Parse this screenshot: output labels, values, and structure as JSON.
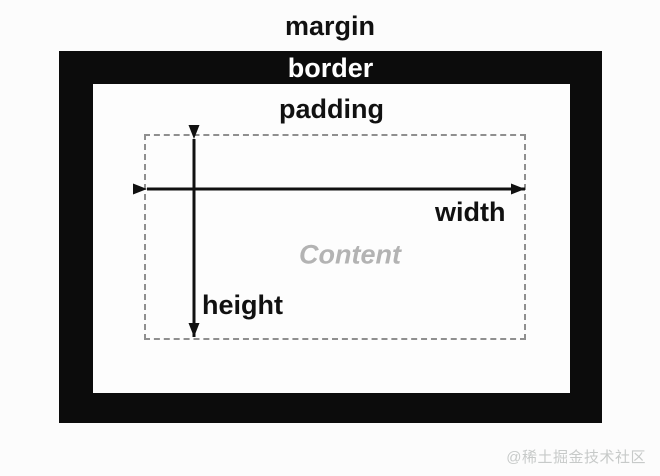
{
  "box_model": {
    "margin_label": "margin",
    "border_label": "border",
    "padding_label": "padding",
    "content_label": "Content",
    "width_label": "width",
    "height_label": "height"
  },
  "watermark": {
    "text": "@稀土掘金技术社区"
  },
  "colors": {
    "background": "#fcfcfc",
    "border_box": "#0c0c0c",
    "padding_box": "#fdfdfd",
    "dashed_border": "#8f8f8f",
    "label_text": "#111111",
    "border_label_text": "#ffffff",
    "content_text": "#b3b3b3",
    "arrow": "#111111",
    "watermark_text": "#c7cac9"
  }
}
